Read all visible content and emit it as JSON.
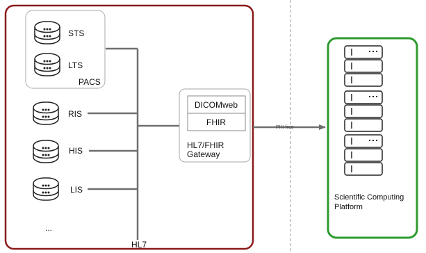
{
  "colors": {
    "hospital_border": "#8b1a1a",
    "platform_border": "#2e9a2e",
    "connector": "#6f6f6f",
    "box_border": "#aaaaaa",
    "divider": "#999999",
    "icon_stroke": "#222222"
  },
  "icons": {
    "database": "database-icon",
    "server": "server-icon"
  },
  "hospital": {
    "pacs_group": {
      "label": "PACS",
      "items": [
        {
          "label": "STS",
          "icon": "database-icon"
        },
        {
          "label": "LTS",
          "icon": "database-icon"
        }
      ]
    },
    "systems": [
      {
        "label": "RIS",
        "icon": "database-icon"
      },
      {
        "label": "HIS",
        "icon": "database-icon"
      },
      {
        "label": "LIS",
        "icon": "database-icon"
      }
    ],
    "ellipsis": "...",
    "bus_label": "HL7"
  },
  "gateway": {
    "items": [
      "DICOMweb",
      "FHIR"
    ],
    "label_line1": "HL7/FHIR",
    "label_line2": "Gateway"
  },
  "connector": {
    "label": "PHI free"
  },
  "platform": {
    "label_line1": "Scientific Computing",
    "label_line2": "Platform",
    "server_icon": "server-icon"
  }
}
